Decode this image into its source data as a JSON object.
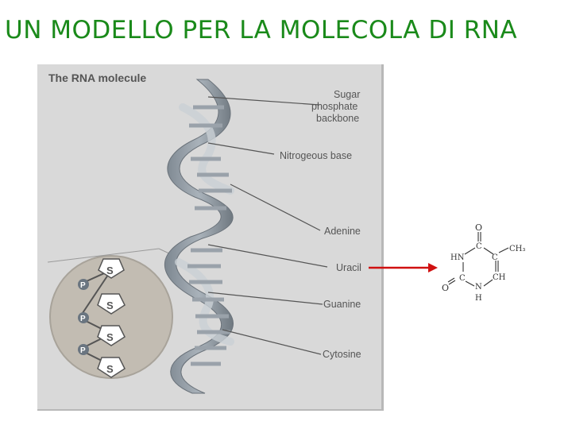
{
  "slide": {
    "title": "UN MODELLO PER LA MOLECOLA DI RNA"
  },
  "panel": {
    "title": "The RNA molecule"
  },
  "labels": {
    "backbone_1": "Sugar",
    "backbone_2": "phosphate",
    "backbone_3": "backbone",
    "nitrogenous_base": "Nitrogeous base",
    "adenine": "Adenine",
    "uracil": "Uracil",
    "guanine": "Guanine",
    "cytosine": "Cytosine"
  },
  "inset": {
    "phosphate": "P",
    "sugar": "S"
  },
  "arrow_color": "#d01010",
  "title_color": "#1a8a1a",
  "uracil_structure": {
    "o_top": "O",
    "c_top": "C",
    "ch3": "CH₃",
    "hn": "HN",
    "c_right": "C",
    "c_left": "C",
    "ch": "CH",
    "o_left": "O",
    "n_bottom": "N",
    "h_bottom": "H"
  }
}
